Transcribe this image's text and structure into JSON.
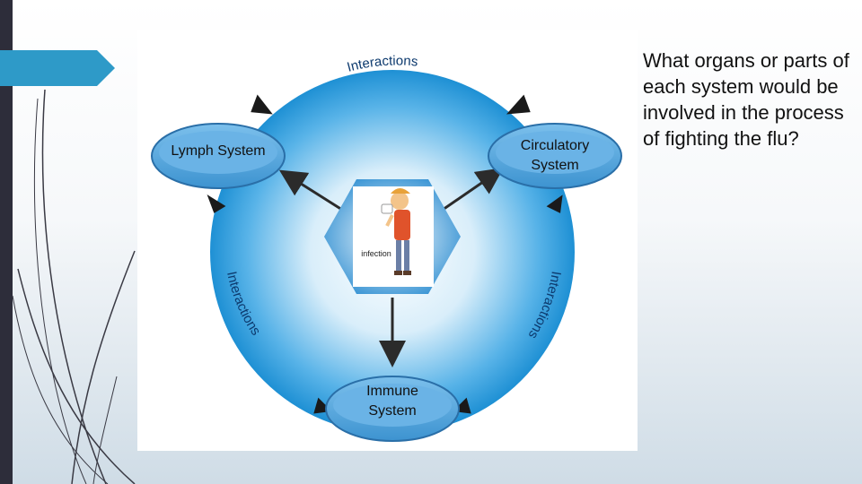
{
  "diagram": {
    "center_label": "infection",
    "ring_labels": {
      "top": "Interactions",
      "left": "Interactions",
      "right": "Interactions"
    },
    "systems": {
      "lymph": "Lymph System",
      "circulatory_line1": "Circulatory",
      "circulatory_line2": "System",
      "immune_line1": "Immune",
      "immune_line2": "System"
    }
  },
  "question": "What organs or parts of each system would be involved in the process of fighting the flu?",
  "colors": {
    "accent": "#2e9ac8",
    "ring": "#1e93d6",
    "node_fill": "#5aa9e0",
    "sidebar": "#2d2d3a"
  }
}
